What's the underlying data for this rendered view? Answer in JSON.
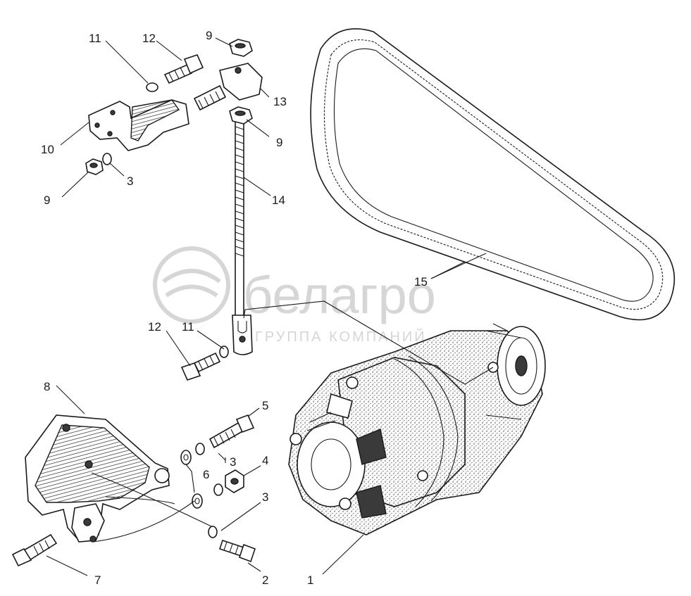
{
  "watermark": {
    "brand": "белагро",
    "subtitle": "ГРУППА КОМПАНИЙ"
  },
  "callouts": {
    "c1": "1",
    "c2": "2",
    "c3a": "3",
    "c3b": "3",
    "c3c": "3",
    "c4": "4",
    "c5": "5",
    "c6": "6",
    "c7": "7",
    "c8": "8",
    "c9a": "9",
    "c9b": "9",
    "c9c": "9",
    "c10": "10",
    "c11a": "11",
    "c11b": "11",
    "c12a": "12",
    "c12b": "12",
    "c13": "13",
    "c14": "14",
    "c15": "15"
  }
}
